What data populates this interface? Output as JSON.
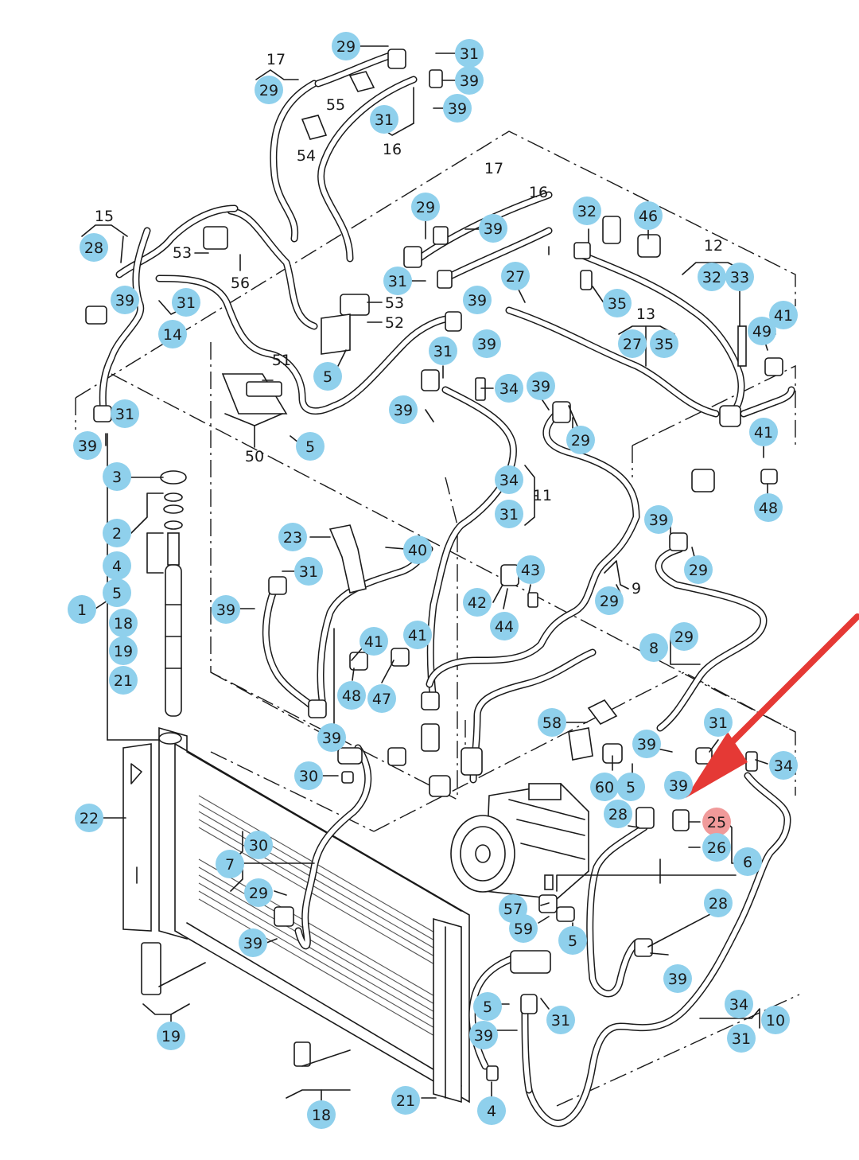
{
  "colors": {
    "callout_fill": "#8fd0ec",
    "highlight_fill": "#f09a9a",
    "highlight_text": "#c0392b",
    "arrow": "#e53935",
    "line": "#1a1a1a"
  },
  "highlighted_part": "25",
  "callouts": [
    {
      "label": "29"
    },
    {
      "label": "31"
    },
    {
      "label": "29"
    },
    {
      "label": "39"
    },
    {
      "label": "39"
    },
    {
      "label": "31"
    },
    {
      "label": "29"
    },
    {
      "label": "39"
    },
    {
      "label": "32"
    },
    {
      "label": "46"
    },
    {
      "label": "28"
    },
    {
      "label": "39"
    },
    {
      "label": "31"
    },
    {
      "label": "14"
    },
    {
      "label": "31"
    },
    {
      "label": "39"
    },
    {
      "label": "27"
    },
    {
      "label": "35"
    },
    {
      "label": "32"
    },
    {
      "label": "33"
    },
    {
      "label": "39"
    },
    {
      "label": "27"
    },
    {
      "label": "35"
    },
    {
      "label": "41"
    },
    {
      "label": "49"
    },
    {
      "label": "5"
    },
    {
      "label": "31"
    },
    {
      "label": "34"
    },
    {
      "label": "39"
    },
    {
      "label": "39"
    },
    {
      "label": "29"
    },
    {
      "label": "41"
    },
    {
      "label": "39"
    },
    {
      "label": "31"
    },
    {
      "label": "5"
    },
    {
      "label": "48"
    },
    {
      "label": "3"
    },
    {
      "label": "34"
    },
    {
      "label": "31"
    },
    {
      "label": "2"
    },
    {
      "label": "4"
    },
    {
      "label": "5"
    },
    {
      "label": "1"
    },
    {
      "label": "18"
    },
    {
      "label": "19"
    },
    {
      "label": "21"
    },
    {
      "label": "39"
    },
    {
      "label": "29"
    },
    {
      "label": "23"
    },
    {
      "label": "40"
    },
    {
      "label": "31"
    },
    {
      "label": "39"
    },
    {
      "label": "43"
    },
    {
      "label": "42"
    },
    {
      "label": "44"
    },
    {
      "label": "29"
    },
    {
      "label": "29"
    },
    {
      "label": "8"
    },
    {
      "label": "41"
    },
    {
      "label": "41"
    },
    {
      "label": "48"
    },
    {
      "label": "47"
    },
    {
      "label": "58"
    },
    {
      "label": "39"
    },
    {
      "label": "31"
    },
    {
      "label": "39"
    },
    {
      "label": "34"
    },
    {
      "label": "30"
    },
    {
      "label": "60"
    },
    {
      "label": "5"
    },
    {
      "label": "39"
    },
    {
      "label": "22"
    },
    {
      "label": "28"
    },
    {
      "label": "25"
    },
    {
      "label": "26"
    },
    {
      "label": "30"
    },
    {
      "label": "7"
    },
    {
      "label": "6"
    },
    {
      "label": "29"
    },
    {
      "label": "57"
    },
    {
      "label": "28"
    },
    {
      "label": "59"
    },
    {
      "label": "5"
    },
    {
      "label": "39"
    },
    {
      "label": "39"
    },
    {
      "label": "5"
    },
    {
      "label": "31"
    },
    {
      "label": "34"
    },
    {
      "label": "10"
    },
    {
      "label": "19"
    },
    {
      "label": "39"
    },
    {
      "label": "31"
    },
    {
      "label": "21"
    },
    {
      "label": "4"
    },
    {
      "label": "18"
    }
  ],
  "plain_labels": [
    {
      "label": "17"
    },
    {
      "label": "55"
    },
    {
      "label": "54"
    },
    {
      "label": "16"
    },
    {
      "label": "17"
    },
    {
      "label": "16"
    },
    {
      "label": "15"
    },
    {
      "label": "53"
    },
    {
      "label": "56"
    },
    {
      "label": "53"
    },
    {
      "label": "52"
    },
    {
      "label": "12"
    },
    {
      "label": "13"
    },
    {
      "label": "51"
    },
    {
      "label": "50"
    },
    {
      "label": "11"
    },
    {
      "label": "9"
    }
  ]
}
